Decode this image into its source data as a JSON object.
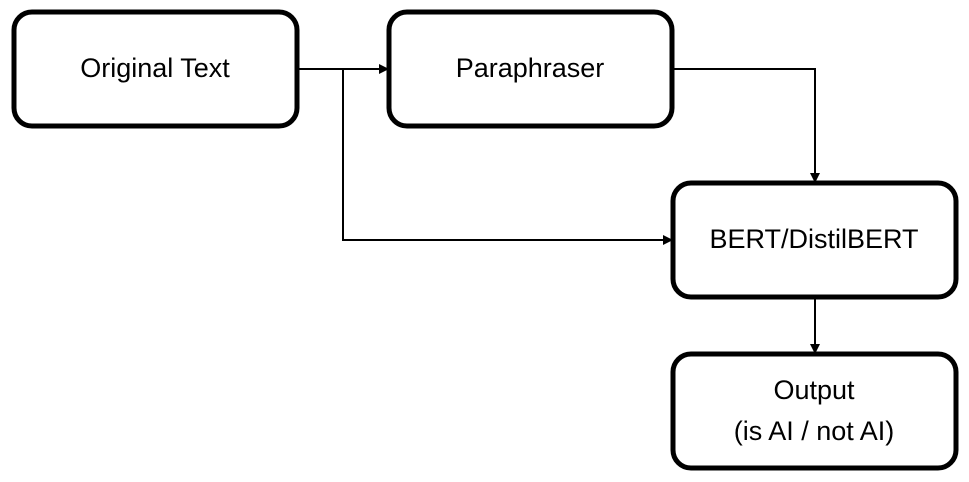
{
  "nodes": {
    "original_text": {
      "label": "Original Text"
    },
    "paraphraser": {
      "label": "Paraphraser"
    },
    "bert": {
      "label": "BERT/DistilBERT"
    },
    "output": {
      "label_line1": "Output",
      "label_line2": "(is AI / not AI)"
    }
  },
  "edges": [
    {
      "from": "original_text",
      "to": "paraphraser"
    },
    {
      "from": "original_text",
      "to": "bert"
    },
    {
      "from": "paraphraser",
      "to": "bert"
    },
    {
      "from": "bert",
      "to": "output"
    }
  ],
  "colors": {
    "stroke": "#000000",
    "fill": "#ffffff"
  }
}
